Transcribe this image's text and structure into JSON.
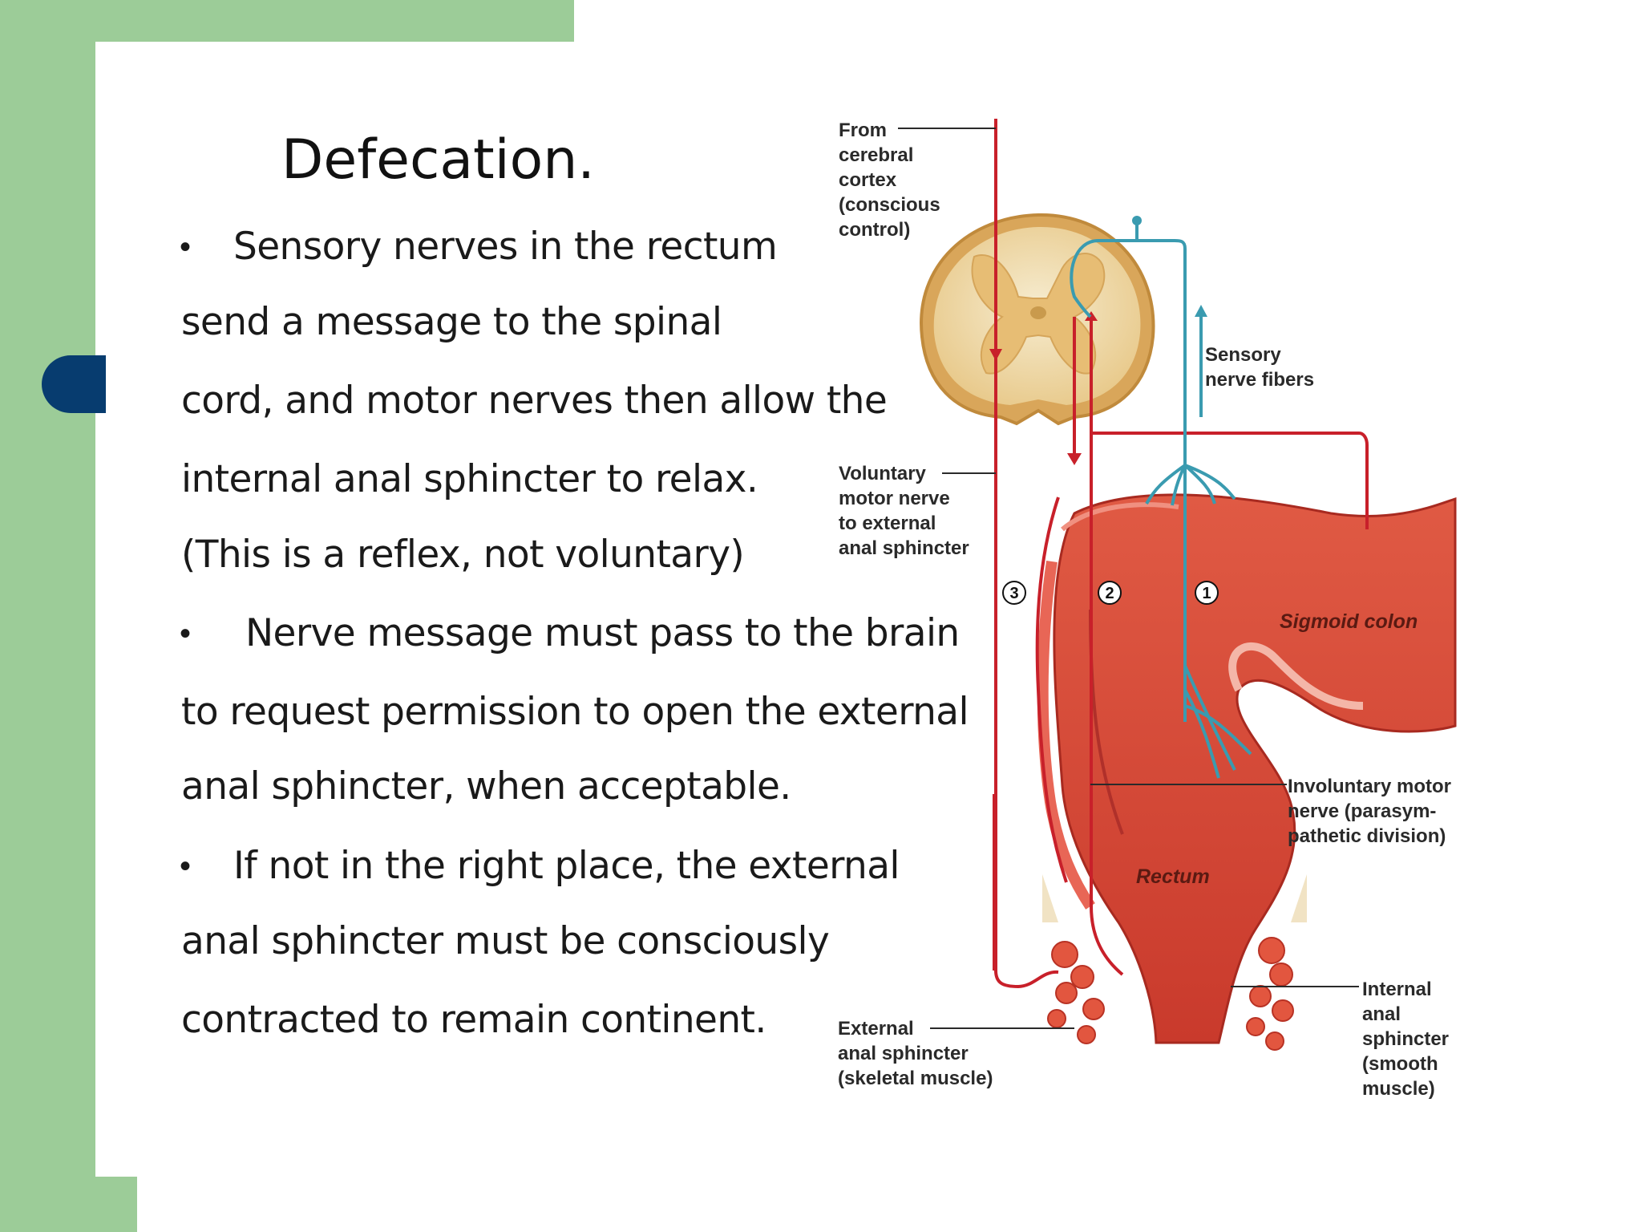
{
  "slide": {
    "title": "Defecation.",
    "bullet_symbol": "•",
    "lines": [
      "Sensory nerves in the rectum",
      "send a message to the spinal",
      "cord, and motor nerves then allow the",
      "internal anal sphincter to relax.",
      "(This is a reflex, not voluntary)",
      "Nerve message must pass to the brain",
      "to request permission to open the external",
      "anal sphincter, when acceptable.",
      "If not in the right place, the external",
      "anal sphincter must be consciously",
      "contracted to remain continent."
    ]
  },
  "figure": {
    "labels": {
      "cortex": [
        "From",
        "cerebral",
        "cortex",
        "(conscious",
        "control)"
      ],
      "sensory": [
        "Sensory",
        "nerve fibers"
      ],
      "voluntary": [
        "Voluntary",
        "motor nerve",
        "to external",
        "anal sphincter"
      ],
      "sigmoid": "Sigmoid colon",
      "rectum": "Rectum",
      "involuntary": [
        "Involuntary motor",
        "nerve (parasym-",
        "pathetic division)"
      ],
      "internal": [
        "Internal",
        "anal",
        "sphincter",
        "(smooth",
        "muscle)"
      ],
      "external": [
        "External",
        "anal sphincter",
        "(skeletal muscle)"
      ]
    },
    "steps": [
      "3",
      "2",
      "1"
    ]
  },
  "colors": {
    "green_border": "#9ccc98",
    "navy_marker": "#073c6f",
    "nerve_red": "#c8202a",
    "nerve_teal": "#3a9bb0",
    "tissue": "#d9493a"
  }
}
